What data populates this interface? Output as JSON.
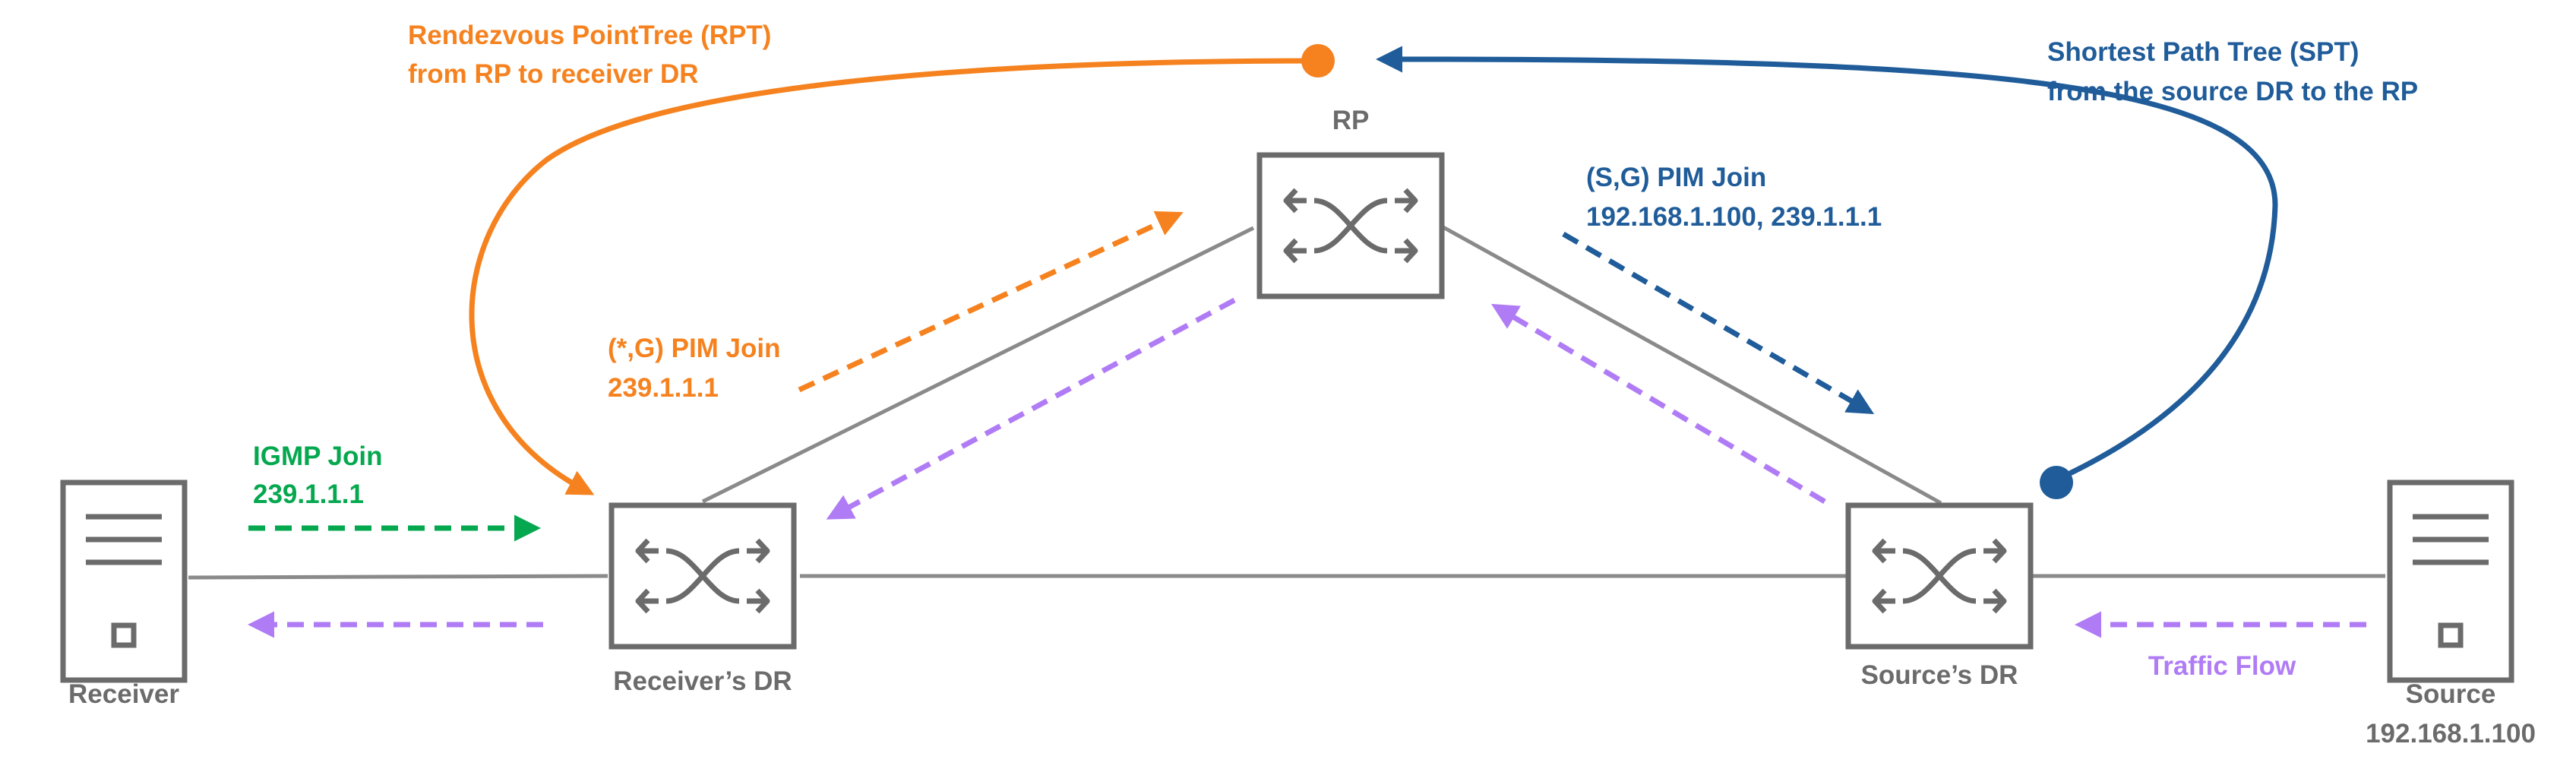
{
  "labels": {
    "rpt_title": "Rendezvous PointTree (RPT)",
    "rpt_subtitle": "from RP to receiver DR",
    "spt_title": "Shortest Path Tree (SPT)",
    "spt_subtitle": "from the source DR to the RP",
    "rp": "RP",
    "sg_join_title": "(S,G) PIM Join",
    "sg_join_addr": "192.168.1.100, 239.1.1.1",
    "starg_join_title": "(*,G) PIM Join",
    "starg_join_addr": "239.1.1.1",
    "igmp_join_title": "IGMP Join",
    "igmp_join_addr": "239.1.1.1",
    "receiver": "Receiver",
    "receivers_dr": "Receiver’s DR",
    "sources_dr": "Source’s DR",
    "traffic_flow": "Traffic Flow",
    "source": "Source",
    "source_ip": "192.168.1.100"
  },
  "icons": {
    "router": "router-switch-icon",
    "server": "server-icon"
  },
  "colors": {
    "rpt": "#f5821f",
    "spt": "#1f5c99",
    "igmp": "#05a84f",
    "traffic": "#b07cf5",
    "device": "#6b6b6b",
    "link": "#8a8a8a"
  }
}
